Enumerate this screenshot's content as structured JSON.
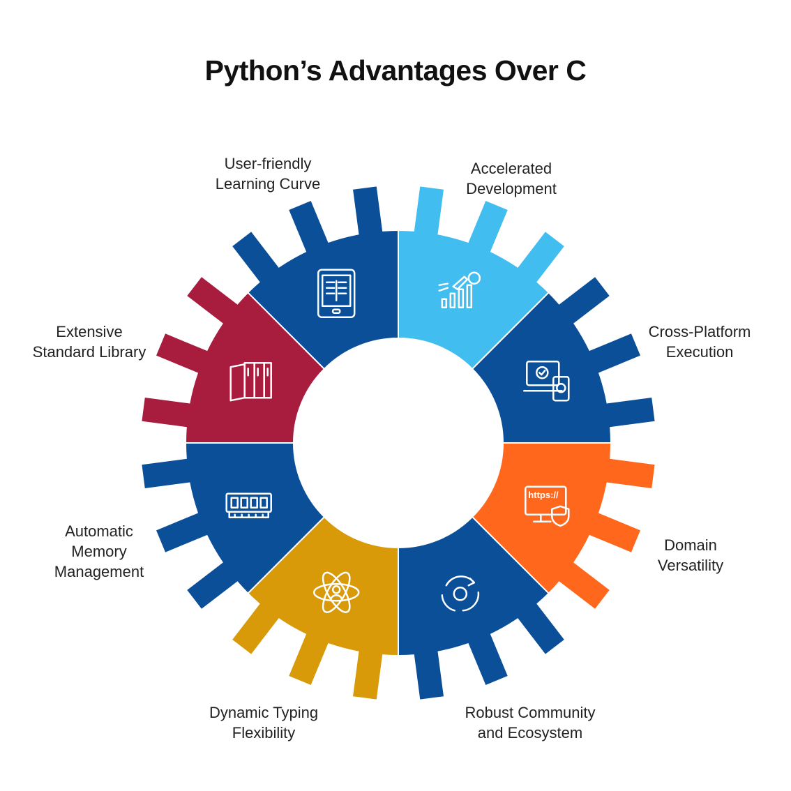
{
  "title": "Python’s Advantages Over C",
  "segments": [
    {
      "id": "accelerated-development",
      "lines": [
        "Accelerated",
        "Development"
      ],
      "color": "#42BDF0",
      "icon": "rocket-chart-icon"
    },
    {
      "id": "cross-platform-execution",
      "lines": [
        "Cross-Platform",
        "Execution"
      ],
      "color": "#0A4F98",
      "icon": "devices-check-icon"
    },
    {
      "id": "domain-versatility",
      "lines": [
        "Domain",
        "Versatility"
      ],
      "color": "#FF671D",
      "icon": "https-monitor-shield-icon",
      "icon_text": "https://"
    },
    {
      "id": "robust-community",
      "lines": [
        "Robust Community",
        "and Ecosystem"
      ],
      "color": "#0A4F98",
      "icon": "recycle-ecosystem-icon"
    },
    {
      "id": "dynamic-typing",
      "lines": [
        "Dynamic Typing",
        "Flexibility"
      ],
      "color": "#D89A08",
      "icon": "atom-person-icon"
    },
    {
      "id": "automatic-memory",
      "lines": [
        "Automatic",
        "Memory",
        "Management"
      ],
      "color": "#0A4F98",
      "icon": "memory-chip-icon"
    },
    {
      "id": "standard-library",
      "lines": [
        "Extensive",
        "Standard Library"
      ],
      "color": "#A81C3E",
      "icon": "binders-icon"
    },
    {
      "id": "learning-curve",
      "lines": [
        "User-friendly",
        "Learning Curve"
      ],
      "color": "#0A4F98",
      "icon": "ebook-tablet-icon"
    }
  ]
}
